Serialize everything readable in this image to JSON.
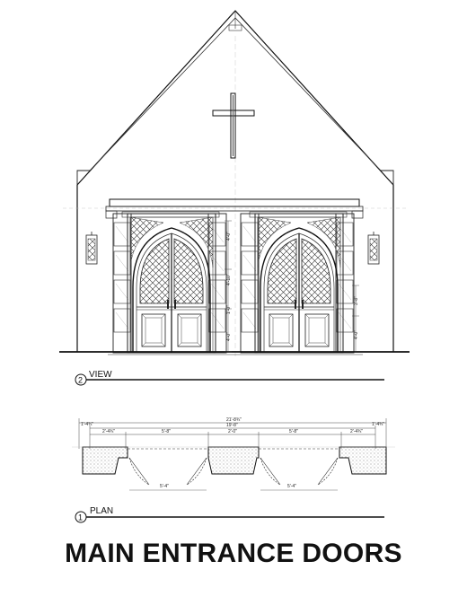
{
  "title": "MAIN ENTRANCE DOORS",
  "view": {
    "number": "2",
    "label": "VIEW"
  },
  "plan": {
    "number": "1",
    "label": "PLAN"
  },
  "elevation_dims": [
    "4'-0\"",
    "4'-10\"",
    "1'-0\"",
    "4'-0\"",
    "3'-8\"",
    "4'-0\""
  ],
  "plan_dims": {
    "overall": "21'-8¾\"",
    "second": "19'-8\"",
    "left_end": "1'-4¾\"",
    "right_end": "1'-4¾\"",
    "segments": [
      "2'-4¾\"",
      "5'-8\"",
      "2'-0\"",
      "5'-8\"",
      "2'-4¾\""
    ],
    "door_widths": [
      "5'-4\"",
      "5'-4\""
    ]
  },
  "colors": {
    "ink": "#1a1a1a",
    "paper": "#ffffff"
  }
}
